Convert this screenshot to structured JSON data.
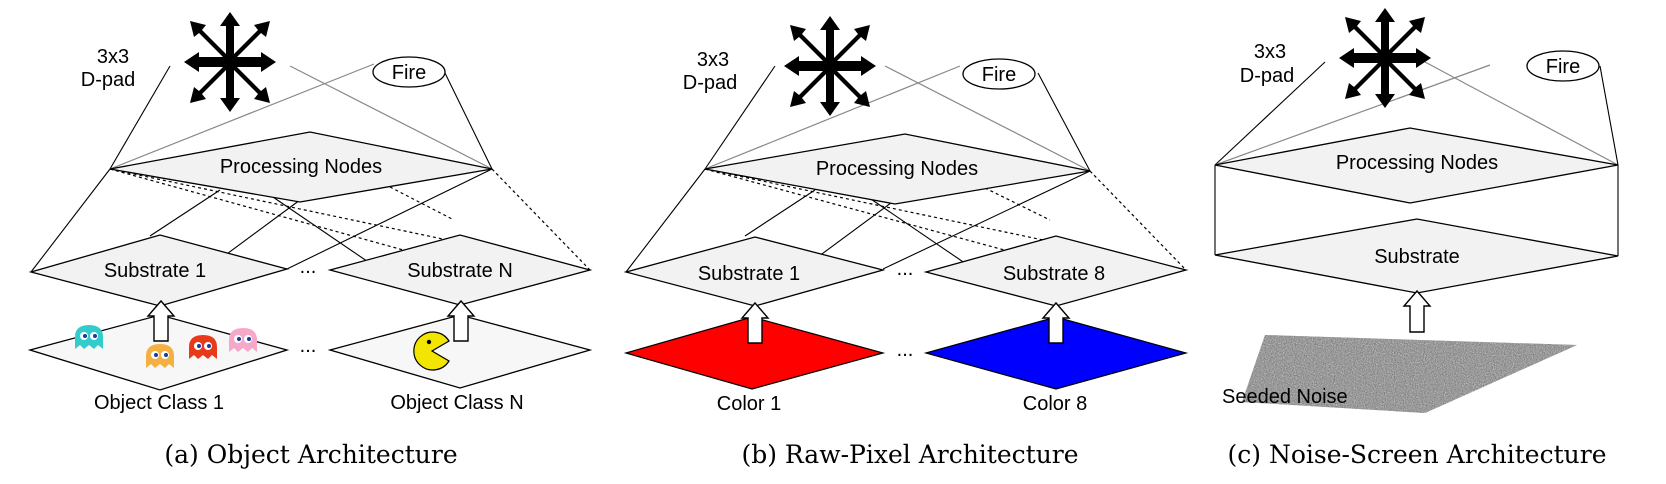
{
  "panels": [
    {
      "dpad_label_line1": "3x3",
      "dpad_label_line2": "D-pad",
      "fire_label": "Fire",
      "processing_label": "Processing Nodes",
      "substrate_left": "Substrate 1",
      "substrate_right": "Substrate N",
      "ellipsis": "...",
      "input_left": "Object Class 1",
      "input_right": "Object Class N",
      "caption": "(a) Object Architecture"
    },
    {
      "dpad_label_line1": "3x3",
      "dpad_label_line2": "D-pad",
      "fire_label": "Fire",
      "processing_label": "Processing Nodes",
      "substrate_left": "Substrate 1",
      "substrate_right": "Substrate 8",
      "ellipsis": "...",
      "input_left": "Color 1",
      "input_right": "Color 8",
      "colors": {
        "left": "#ff0000",
        "right": "#0000ff"
      },
      "caption": "(b) Raw-Pixel Architecture"
    },
    {
      "dpad_label_line1": "3x3",
      "dpad_label_line2": "D-pad",
      "fire_label": "Fire",
      "processing_label": "Processing Nodes",
      "substrate_label": "Substrate",
      "noise_label": "Seeded Noise",
      "caption": "(c) Noise-Screen Architecture"
    }
  ],
  "icons": [
    "dpad-arrows-icon",
    "ghost-icon",
    "pacman-icon",
    "noise-texture"
  ]
}
